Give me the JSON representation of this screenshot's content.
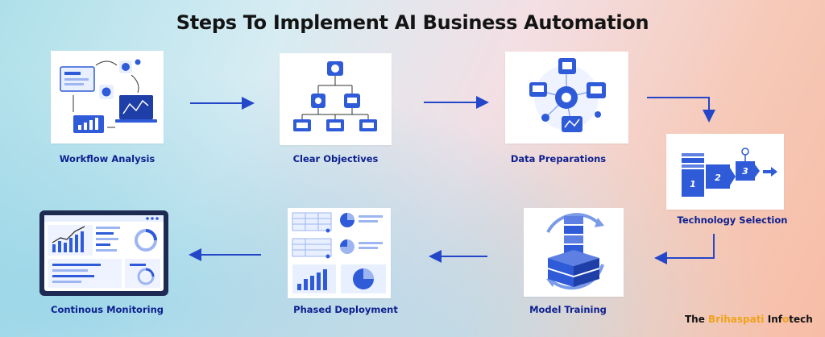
{
  "title": "Steps To Implement AI Business Automation",
  "steps": [
    {
      "label": "Workflow Analysis"
    },
    {
      "label": "Clear Objectives"
    },
    {
      "label": "Data Preparations"
    },
    {
      "label": "Technology Selection"
    },
    {
      "label": "Model Training"
    },
    {
      "label": "Phased Deployment"
    },
    {
      "label": "Continous Monitoring"
    }
  ],
  "tech_blocks": [
    "1",
    "2",
    "3"
  ],
  "brand": {
    "prefix": "The ",
    "accent": "Brihaspati",
    "middle": " Inf",
    "accent2": "o",
    "suffix": "tech"
  },
  "colors": {
    "primary": "#2f5bd8",
    "label": "#0c1f8f",
    "arrow": "#2446c8",
    "accent": "#f0a31a"
  }
}
